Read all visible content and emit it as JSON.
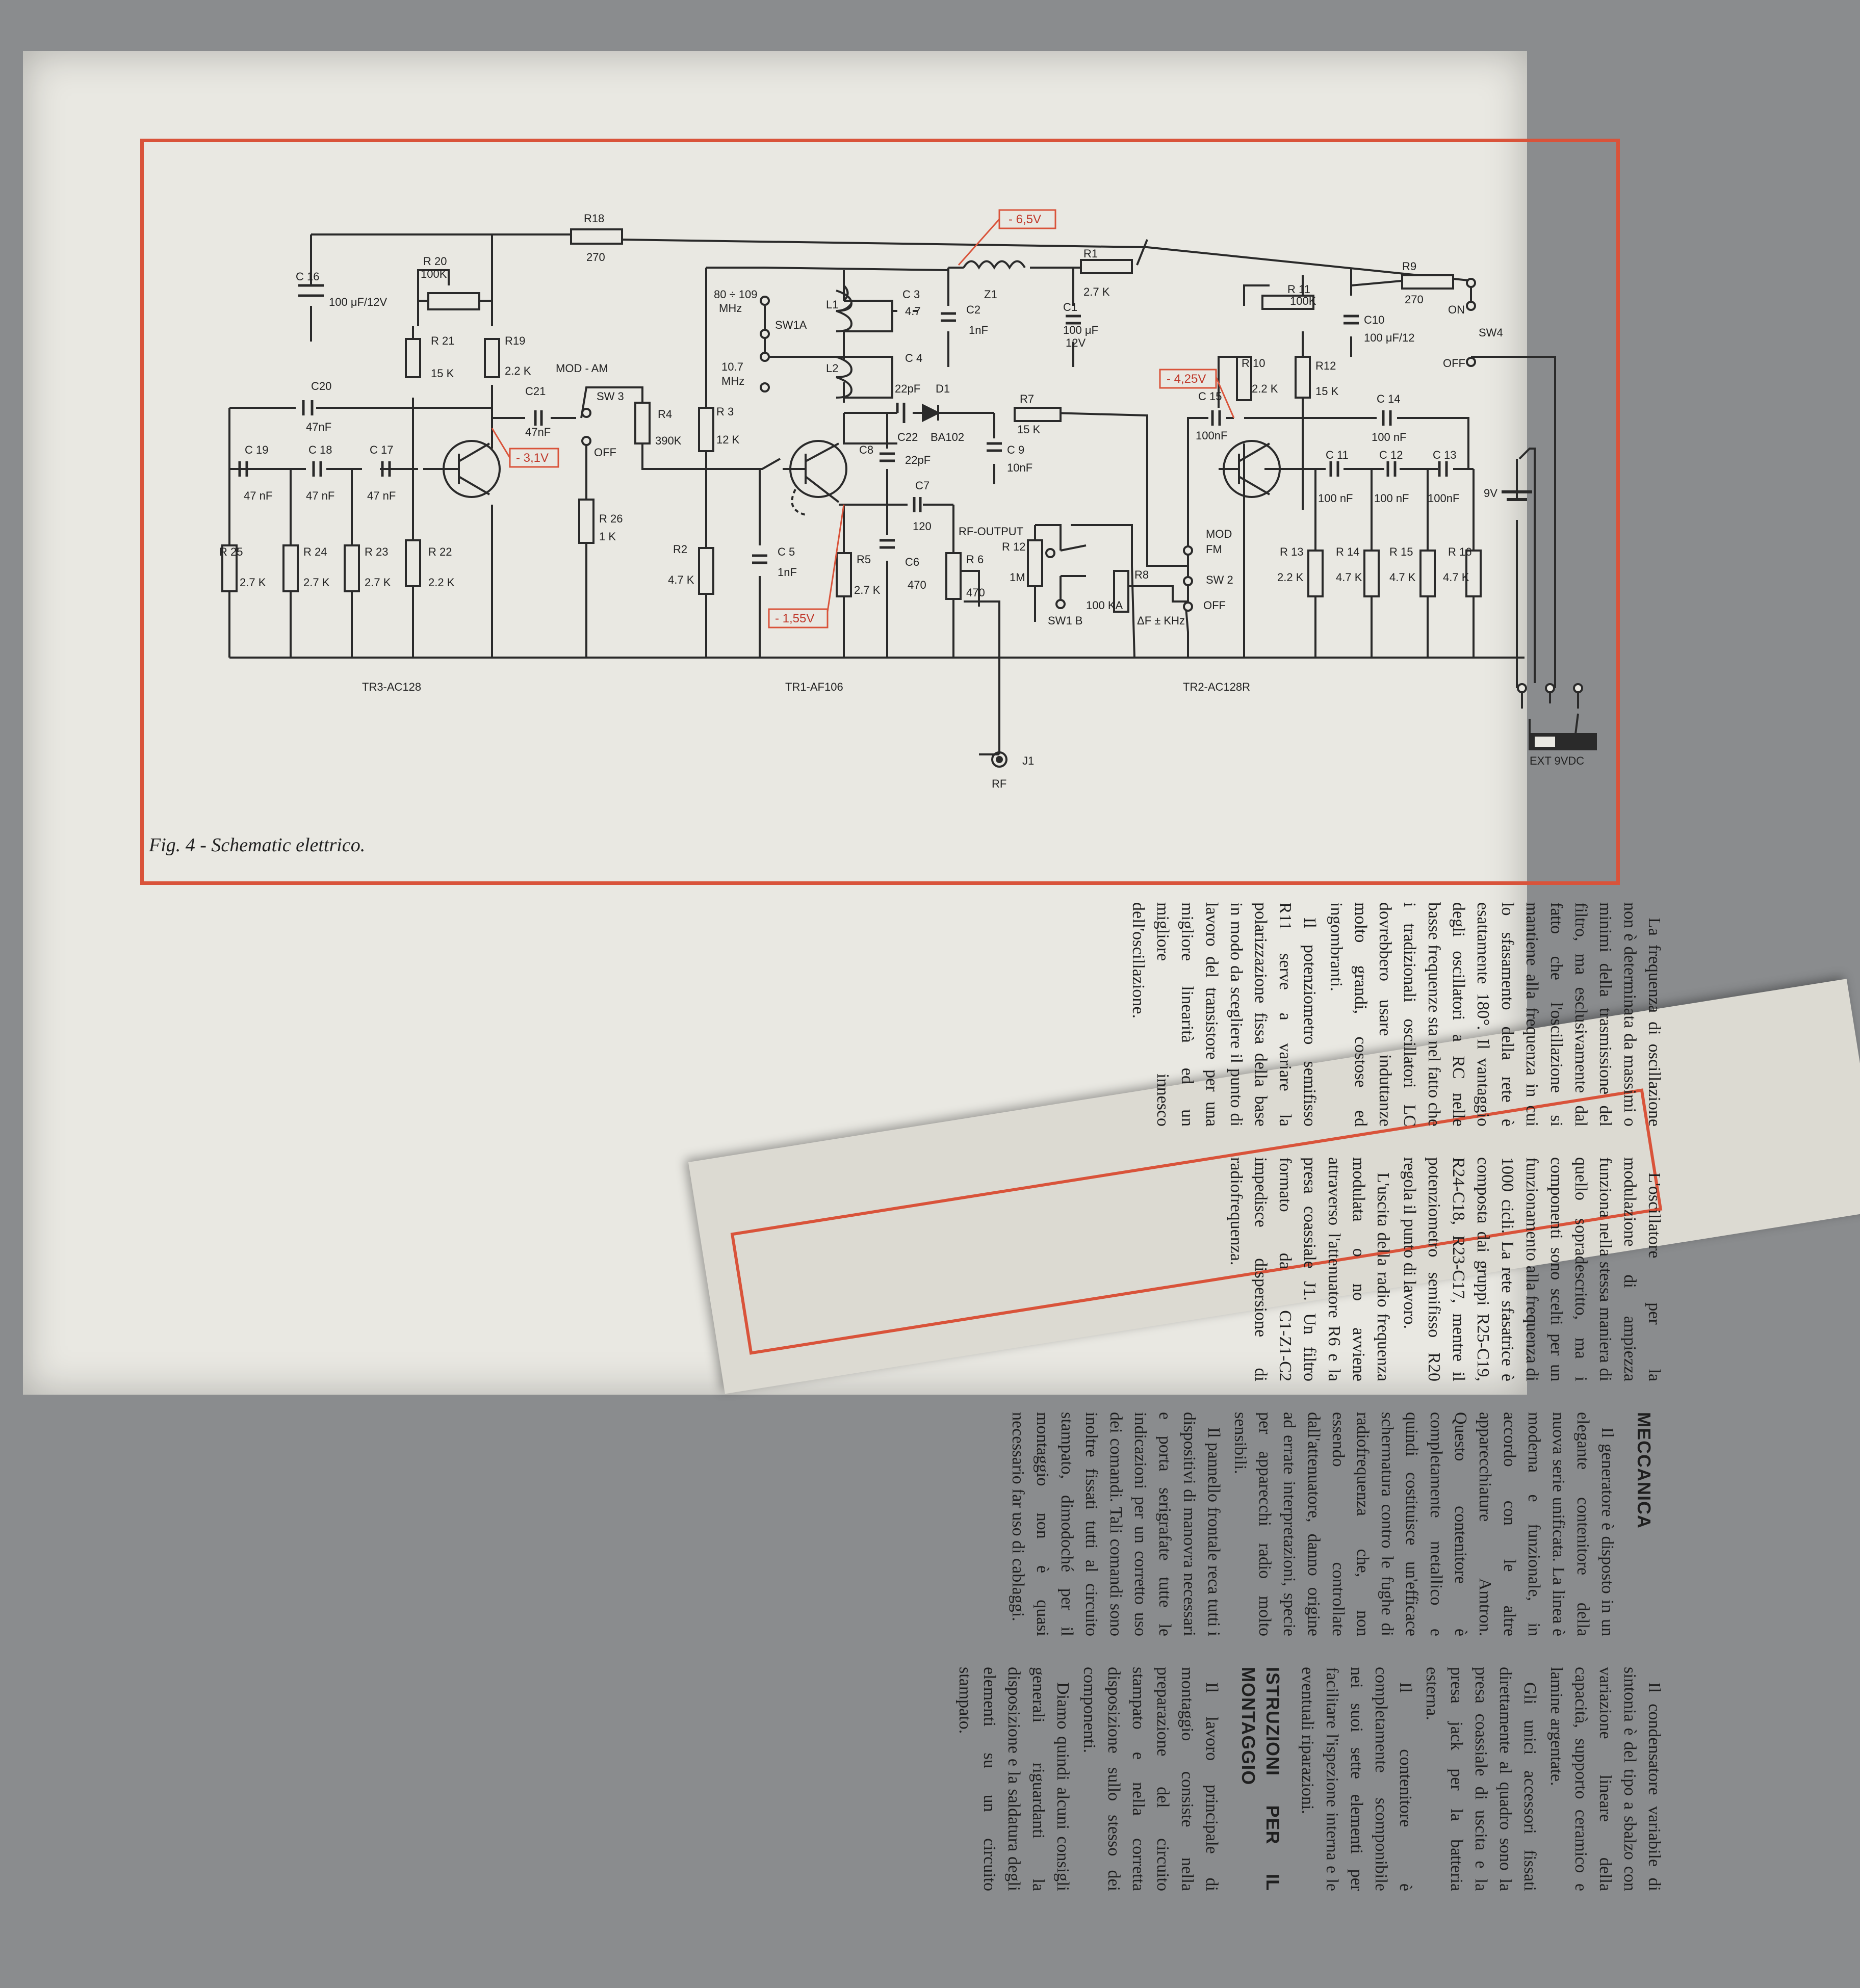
{
  "figure": {
    "caption": "Fig. 4 - Schematic elettrico.",
    "transistors": [
      "TR3-AC128",
      "TR1-AF106",
      "TR2-AC128R"
    ],
    "voltage_labels": [
      "- 6,5V",
      "- 3,1V",
      "- 1,55V",
      "- 4,25V"
    ],
    "components": {
      "r18": [
        "R18",
        "270"
      ],
      "c16": [
        "C 16",
        "100 μF/12V"
      ],
      "r20": [
        "R 20",
        "100K"
      ],
      "r21": [
        "R 21",
        "15 K"
      ],
      "r19": [
        "R19",
        "2.2 K"
      ],
      "c20": [
        "C20",
        "47nF"
      ],
      "c21": [
        "C21",
        "47nF"
      ],
      "sw3": [
        "SW 3",
        "MOD - AM",
        "OFF"
      ],
      "c19": [
        "C 19",
        "47 nF"
      ],
      "c18": [
        "C 18",
        "47 nF"
      ],
      "c17": [
        "C 17",
        "47 nF"
      ],
      "r25": [
        "R 25",
        "2.7 K"
      ],
      "r24": [
        "R 24",
        "2.7 K"
      ],
      "r23": [
        "R 23",
        "2.7 K"
      ],
      "r22": [
        "R 22",
        "2.2 K"
      ],
      "r26": [
        "R 26",
        "1 K"
      ],
      "r4": [
        "R4",
        "390K"
      ],
      "r3": [
        "R 3",
        "12 K"
      ],
      "r2": [
        "R2",
        "4.7 K"
      ],
      "c5": [
        "C 5",
        "1nF"
      ],
      "sw1a": [
        "SW1A",
        "80 ÷ 109",
        "MHz",
        "10.7",
        "MHz"
      ],
      "l1": "L1",
      "l2": "L2",
      "c3": [
        "C 3",
        "4.7"
      ],
      "c4": "C 4",
      "z1": "Z1",
      "c2": [
        "C2",
        "1nF"
      ],
      "c1": [
        "C1",
        "100 μF",
        "12V"
      ],
      "r1": [
        "R1",
        "2.7 K"
      ],
      "d1": [
        "22pF",
        "D1",
        "C22",
        "BA102"
      ],
      "r7": [
        "R7",
        "15 K"
      ],
      "c8": [
        "C8",
        "22pF"
      ],
      "c9": [
        "C 9",
        "10nF"
      ],
      "c7": [
        "C7",
        "120"
      ],
      "r5": [
        "R5",
        "2.7 K"
      ],
      "c6": [
        "C6",
        "470"
      ],
      "rf_output": "RF-OUTPUT",
      "r6": [
        "R 6",
        "470"
      ],
      "r12b": [
        "R 12",
        "1M"
      ],
      "sw1b": "SW1 B",
      "r8": [
        "R8",
        "100 KA",
        "ΔF ± KHz"
      ],
      "sw2": [
        "MOD",
        "FM",
        "SW 2",
        "OFF"
      ],
      "j1": [
        "J1",
        "RF"
      ],
      "r9": [
        "R9",
        "270"
      ],
      "r11": [
        "R 11",
        "100K"
      ],
      "c10": [
        "C10",
        "100 μF/12"
      ],
      "sw4": [
        "ON",
        "SW4",
        "OFF"
      ],
      "r10": [
        "R 10",
        "2.2 K"
      ],
      "r12": [
        "R12",
        "15 K"
      ],
      "c15": [
        "C 15",
        "100nF"
      ],
      "c14": [
        "C 14",
        "100 nF"
      ],
      "c11": [
        "C 11",
        "100 nF"
      ],
      "c12": [
        "C 12",
        "100 nF"
      ],
      "c13": [
        "C 13",
        "100nF"
      ],
      "battery": "9V",
      "r13": [
        "R 13",
        "2.2 K"
      ],
      "r14": [
        "R 14",
        "4.7 K"
      ],
      "r15": [
        "R 15",
        "4.7 K"
      ],
      "r16": [
        "R 16",
        "4.7 K"
      ],
      "ext": "EXT 9VDC"
    }
  },
  "article": {
    "col1": [
      "La frequenza di oscillazione non è determinata da massimi o minimi della trasmissione del filtro, ma esclusivamente dal fatto che l'oscillazione si mantiene alla frequenza in cui lo sfasamento della rete è esattamente 180°. Il vantaggio degli oscillatori a RC nelle basse frequenze sta nel fatto che i tradizionali oscillatori LC dovrebbero usare induttanze molto grandi, costose ed ingombranti.",
      "Il potenziometro semifisso R11 serve a variare la polarizzazione fissa della base in modo da scegliere il punto di lavoro del transistore per una migliore linearità ed un migliore innesco dell'oscillazione."
    ],
    "col2": [
      "L'oscillatore per la modulazione di ampiezza funziona nella stessa maniera di quello sopradescritto, ma i componenti sono scelti per un funzionamento alla frequenza di 1000 cicli. La rete sfasatrice è composta dai gruppi R25-C19, R24-C18, R23-C17, mentre il potenziometro semifisso R20 regola il punto di lavoro.",
      "L'uscita della radio frequenza modulata o no avviene attraverso l'attenuatore R6 e la presa coassiale J1. Un filtro formato da C1-Z1-C2 impedisce dispersione di radiofrequenza."
    ],
    "col3_heading": "MECCANICA",
    "col3": [
      "Il generatore è disposto in un elegante contenitore della nuova serie unificata. La linea è moderna e funzionale, in accordo con le altre apparecchiature Amtron. Questo contenitore è completamente metallico e quindi costituisce un'efficace schermatura contro le fughe di radiofrequenza che, non essendo controllate dall'attenuatore, danno origine ad errate interpretazioni, specie per apparecchi radio molto sensibili.",
      "Il pannello frontale reca tutti i dispositivi di manovra necessari e porta serigrafate tutte le indicazioni per un corretto uso dei comandi. Tali comandi sono inoltre fissati tutti al circuito stampato, dimodoché per il montaggio non è quasi necessario far uso di cablaggi."
    ],
    "col4": [
      "Il condensatore variabile di sintonia è del tipo a sbalzo con variazione lineare della capacità, supporto ceramico e lamine argentate.",
      "Gli unici accessori fissati direttamente al quadro sono la presa coassiale di uscita e la presa jack per la batteria esterna.",
      "Il contenitore è completamente scomponibile nei suoi sette elementi per facilitare l'ispezione interna e le eventuali riparazioni."
    ],
    "col5_heading": "ISTRUZIONI PER IL MONTAGGIO",
    "col5": [
      "Il lavoro principale di montaggio consiste nella preparazione del circuito stampato e nella corretta disposizione sullo stesso dei componenti.",
      "Diamo quindi alcuni consigli generali riguardanti la disposizione e la saldatura degli elementi su un circuito stampato."
    ]
  }
}
